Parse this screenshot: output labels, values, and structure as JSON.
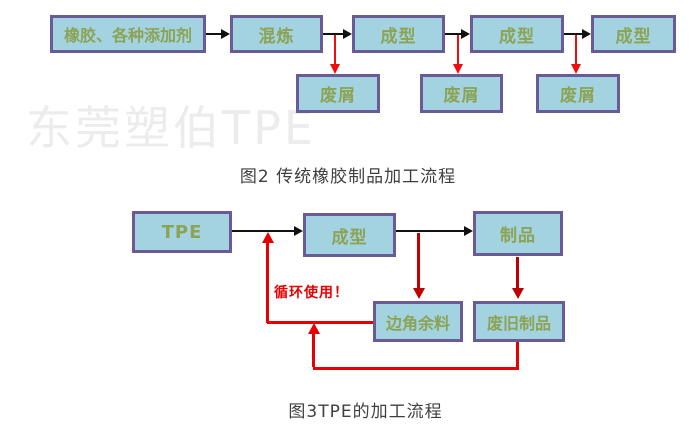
{
  "watermark": "东莞塑伯TPE",
  "colors": {
    "box-fill": "#a3d3e1",
    "box-border": "#6a5a96",
    "box-text": "#8ca354",
    "arrow-black": "#111111",
    "arrow-red": "#f20d0d",
    "arrow-darkred": "#bf0000",
    "loop-red": "#e60000",
    "caption-text": "#3f3f3f",
    "watermark-color": "#ececec"
  },
  "figure2": {
    "caption": "图2 传统橡胶制品加工流程",
    "boxes": {
      "rubber": "橡胶、各种添加剂",
      "mixing": "混炼",
      "molding1": "成型",
      "molding2": "成型",
      "molding3": "成型",
      "waste1": "废屑",
      "waste2": "废屑",
      "waste3": "废屑"
    }
  },
  "figure3": {
    "caption": "图3TPE的加工流程",
    "boxes": {
      "tpe": "TPE",
      "molding": "成型",
      "product": "制品",
      "scrap": "边角余料",
      "old_product": "废旧制品"
    },
    "recycle_label": "循环使用！"
  }
}
